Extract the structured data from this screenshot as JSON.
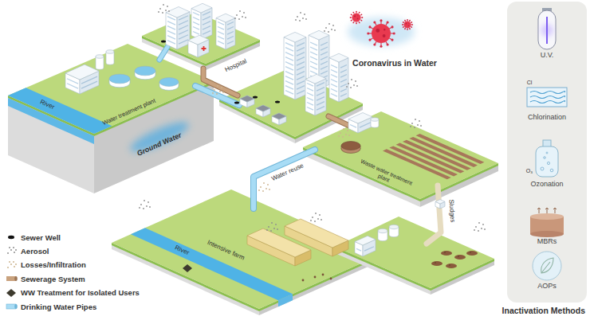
{
  "diagram": {
    "title": "Coronavirus in Water",
    "nodes": [
      {
        "text": [
          "Inactivation Methods"
        ]
      },
      {
        "text": [
          "U.V."
        ],
        "in": 0
      },
      {
        "text": [
          "Chlorination"
        ],
        "in": 0
      },
      {
        "text": [
          "Ozonation"
        ],
        "in": 0
      },
      {
        "text": [
          "MBRs"
        ],
        "in": 0
      },
      {
        "text": [
          "AOPs"
        ],
        "in": 0
      }
    ],
    "labels": [
      "Hospital",
      "Water treatment plant",
      "River",
      "Ground Water",
      "Waste water treatment plant",
      "Water reuse",
      "Sludges",
      "Intensive farm",
      "River",
      "Cl",
      "O₃"
    ],
    "legend": [
      {
        "text": "Sewer Well"
      },
      {
        "text": "Aerosol"
      },
      {
        "text": "Losses/Infiltration"
      },
      {
        "text": "Sewerage System"
      },
      {
        "text": "WW Treatment for Isolated Users"
      },
      {
        "text": "Drinking Water Pipes"
      }
    ]
  }
}
